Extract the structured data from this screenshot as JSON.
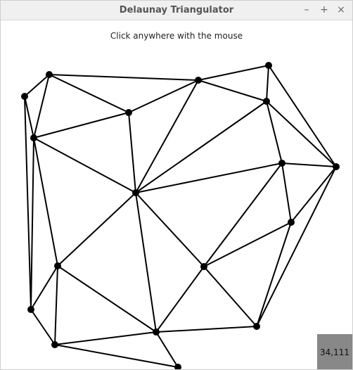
{
  "window": {
    "title": "Delaunay Triangulator",
    "minimize_glyph": "–",
    "maximize_glyph": "+",
    "close_glyph": "×"
  },
  "canvas": {
    "instruction": "Click anywhere with the mouse",
    "coordinate_readout": "34,111",
    "line_color": "#000000",
    "point_color": "#000000",
    "readout_bg_color": "#888888"
  }
}
